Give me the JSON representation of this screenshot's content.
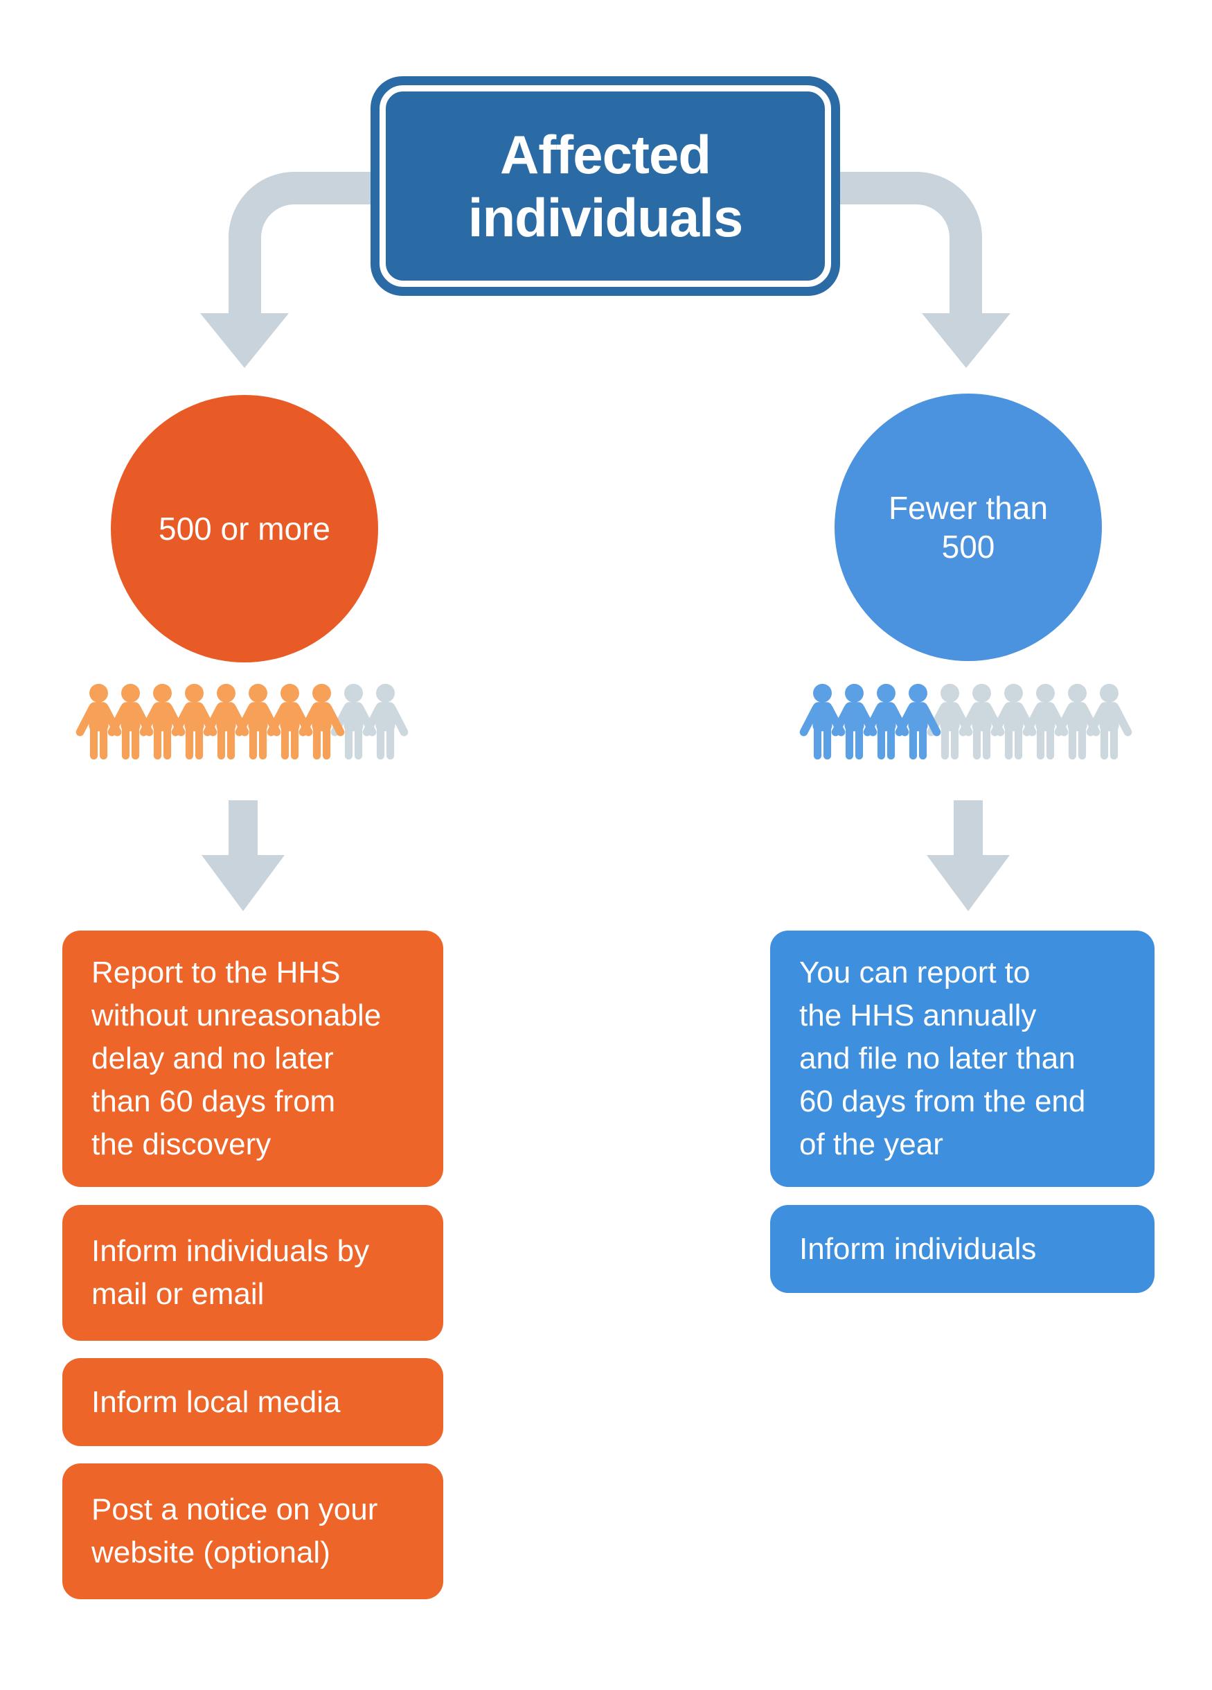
{
  "title": {
    "label": "Affected\nindividuals"
  },
  "colors": {
    "title_blue": "#2A6BA6",
    "arrow_gray": "#C8D3DB",
    "circle_orange": "#E95B26",
    "box_orange": "#EE6529",
    "people_orange": "#F7A058",
    "circle_blue": "#4B93DE",
    "box_blue": "#3F8FDF",
    "people_blue": "#5B9FE4",
    "people_muted": "#CDD7DE"
  },
  "left_branch": {
    "circle_label": "500 or more",
    "people": {
      "total": 10,
      "highlighted": 8,
      "color_key": "people_orange",
      "muted_key": "people_muted"
    },
    "boxes": [
      "Report to the HHS\nwithout unreasonable\ndelay and no later\nthan 60 days from\nthe discovery",
      "Inform individuals by\nmail or email",
      "Inform local media",
      "Post a notice on your\nwebsite (optional)"
    ]
  },
  "right_branch": {
    "circle_label": "Fewer than\n500",
    "people": {
      "total": 10,
      "highlighted": 4,
      "color_key": "people_blue",
      "muted_key": "people_muted"
    },
    "boxes": [
      "You can report to\nthe HHS annually\nand file no later than\n60 days from the end\nof the year",
      "Inform individuals"
    ]
  }
}
